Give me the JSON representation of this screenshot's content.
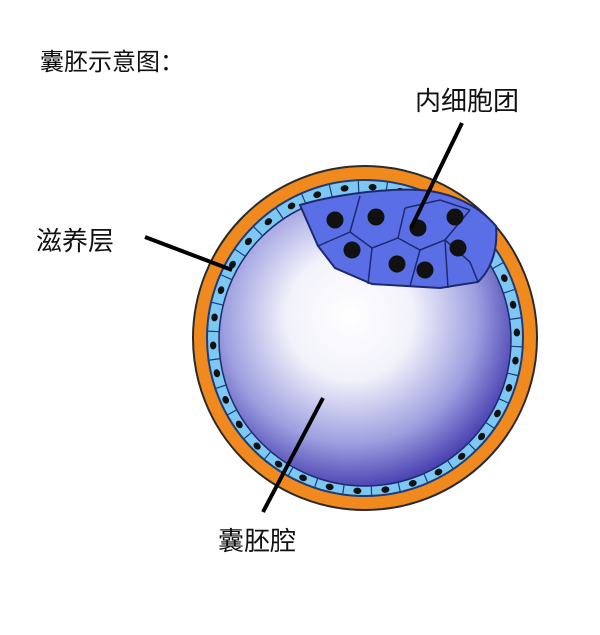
{
  "title": "囊胚示意图：",
  "labels": {
    "inner_cell_mass": "内细胞团",
    "trophoblast": "滋养层",
    "blastocoel": "囊胚腔"
  },
  "colors": {
    "zona": "#f08a1e",
    "zona_edge": "#2a2a2a",
    "trophoblast_cell": "#7cc8f2",
    "inner_cell": "#5a6ee6",
    "nucleus": "#111111",
    "cavity_center": "#ffffff",
    "cavity_edge": "#3a2fa8",
    "leader": "#000000"
  }
}
